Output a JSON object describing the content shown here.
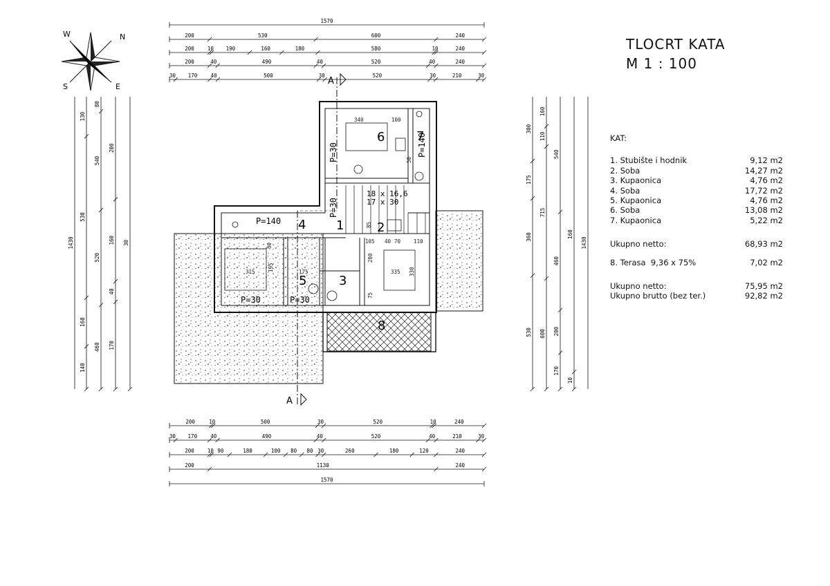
{
  "title": {
    "line1": "TLOCRT KATA",
    "line2": "M 1 : 100"
  },
  "legend": {
    "heading": "KAT:",
    "rooms": [
      {
        "label": "1. Stubište i hodnik",
        "area": "9,12 m2"
      },
      {
        "label": "2. Soba",
        "area": "14,27 m2"
      },
      {
        "label": "3. Kupaonica",
        "area": "4,76 m2"
      },
      {
        "label": "4. Soba",
        "area": "17,72 m2"
      },
      {
        "label": "5. Kupaonica",
        "area": "4,76 m2"
      },
      {
        "label": "6. Soba",
        "area": "13,08 m2"
      },
      {
        "label": "7. Kupaonica",
        "area": "5,22 m2"
      }
    ],
    "net1": {
      "label": "Ukupno netto:",
      "value": "68,93 m2"
    },
    "terrace": {
      "label": "8. Terasa",
      "calc": "9,36 x 75%",
      "value": "7,02 m2"
    },
    "net2": {
      "label": "Ukupno netto:",
      "value": "75,95 m2"
    },
    "gross": {
      "label": "Ukupno brutto (bez ter.)",
      "value": "92,82 m2"
    }
  },
  "compass": {
    "n": "N",
    "s": "S",
    "e": "E",
    "w": "W"
  },
  "section_marker": "A",
  "room_numbers": [
    "1",
    "2",
    "3",
    "4",
    "5",
    "6",
    "7",
    "8"
  ],
  "stair_spec": {
    "line1": "18 x 16,6",
    "line2": "17 x 30"
  },
  "openings": [
    "P=140",
    "P=30",
    "P=30",
    "P=140",
    "P=30",
    "P=30"
  ],
  "dims_top": [
    [
      "200",
      "530",
      "600",
      "240"
    ],
    [
      "200",
      "10",
      "190",
      "160",
      "180",
      "580",
      "10",
      "240"
    ],
    [
      "200",
      "40",
      "490",
      "40",
      "520",
      "40",
      "240"
    ],
    [
      "30",
      "170",
      "40",
      "500",
      "30",
      "520",
      "30",
      "210",
      "30"
    ]
  ],
  "dims_top_total": "1570",
  "dims_bottom": [
    [
      "200",
      "10",
      "500",
      "30",
      "520",
      "10",
      "240"
    ],
    [
      "30",
      "170",
      "40",
      "490",
      "40",
      "520",
      "40",
      "210",
      "30"
    ],
    [
      "200",
      "10",
      "90",
      "180",
      "100",
      "80",
      "80",
      "30",
      "260",
      "180",
      "120",
      "240"
    ],
    [
      "200",
      "1130",
      "240"
    ]
  ],
  "dims_bottom_total": "1570",
  "dims_left": [
    "130",
    "530",
    "160",
    "140",
    "80",
    "540",
    "520",
    "460",
    "200",
    "160",
    "40",
    "170",
    "30"
  ],
  "dims_left_total": "1430",
  "dims_right": [
    "300",
    "175",
    "360",
    "530",
    "160",
    "110",
    "715",
    "600",
    "540",
    "460",
    "200",
    "170",
    "160",
    "10"
  ],
  "dims_right_total": "1430",
  "room_dims": [
    "340",
    "100",
    "315",
    "195",
    "175",
    "335",
    "330",
    "280",
    "105",
    "40",
    "70",
    "110",
    "85",
    "60",
    "75",
    "50"
  ]
}
